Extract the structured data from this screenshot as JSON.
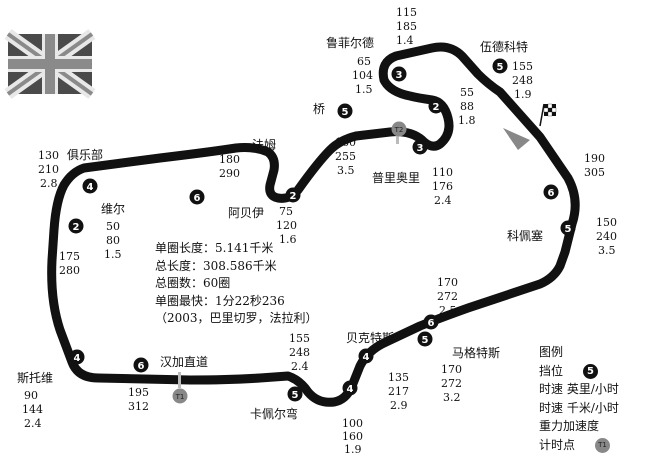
{
  "track": {
    "flag_icon": "union-jack-flag-icon",
    "corners": [
      {
        "id": "copse",
        "label": "科佩塞"
      },
      {
        "id": "maggots",
        "label": "马格特斯"
      },
      {
        "id": "becketts",
        "label": "贝克特斯"
      },
      {
        "id": "chapel",
        "label": "卡佩尔弯"
      },
      {
        "id": "hangar",
        "label": "汉加直道"
      },
      {
        "id": "stowe",
        "label": "斯托维"
      },
      {
        "id": "vale",
        "label": "维尔"
      },
      {
        "id": "club",
        "label": "俱乐部"
      },
      {
        "id": "abbey",
        "label": "阿贝伊"
      },
      {
        "id": "farm",
        "label": "法姆"
      },
      {
        "id": "bridge",
        "label": "桥"
      },
      {
        "id": "priory",
        "label": "普里奥里"
      },
      {
        "id": "luffield",
        "label": "鲁菲尔德"
      },
      {
        "id": "woodcote",
        "label": "伍德科特"
      }
    ],
    "speeds": [
      {
        "id": "s-luffield",
        "lines": [
          "115",
          "185",
          "1.4"
        ]
      },
      {
        "id": "s-luffield-entry",
        "lines": [
          "65",
          "104",
          "1.5"
        ]
      },
      {
        "id": "s-priory-entry",
        "lines": [
          "55",
          "88",
          "1.8"
        ]
      },
      {
        "id": "s-woodcote",
        "lines": [
          "155",
          "248",
          "1.9"
        ]
      },
      {
        "id": "s-copse-approach",
        "lines": [
          "190",
          "305"
        ]
      },
      {
        "id": "s-copse",
        "lines": [
          "150",
          "240",
          "3.5"
        ]
      },
      {
        "id": "s-bridge",
        "lines": [
          "160",
          "255",
          "3.5"
        ]
      },
      {
        "id": "s-priory",
        "lines": [
          "110",
          "176",
          "2.4"
        ]
      },
      {
        "id": "s-farm",
        "lines": [
          "180",
          "290"
        ]
      },
      {
        "id": "s-abbey",
        "lines": [
          "75",
          "120",
          "1.6"
        ]
      },
      {
        "id": "s-club",
        "lines": [
          "130",
          "210",
          "2.8"
        ]
      },
      {
        "id": "s-vale",
        "lines": [
          "50",
          "80",
          "1.5"
        ]
      },
      {
        "id": "s-vale-exit",
        "lines": [
          "175",
          "280"
        ]
      },
      {
        "id": "s-maggots-entry",
        "lines": [
          "170",
          "272",
          "2.5"
        ]
      },
      {
        "id": "s-maggots",
        "lines": [
          "170",
          "272",
          "3.2"
        ]
      },
      {
        "id": "s-becketts",
        "lines": [
          "155",
          "248",
          "2.4"
        ]
      },
      {
        "id": "s-becketts-exit",
        "lines": [
          "135",
          "217",
          "2.9"
        ]
      },
      {
        "id": "s-chapel",
        "lines": [
          "100",
          "160",
          "1.9"
        ]
      },
      {
        "id": "s-hangar",
        "lines": [
          "195",
          "312"
        ]
      },
      {
        "id": "s-stowe",
        "lines": [
          "90",
          "144",
          "2.4"
        ]
      }
    ],
    "gears": [
      {
        "id": "g-luffield",
        "gear": "3"
      },
      {
        "id": "g-luffield-exit",
        "gear": "2"
      },
      {
        "id": "g-priory",
        "gear": "3"
      },
      {
        "id": "g-woodcote",
        "gear": "5"
      },
      {
        "id": "g-bridge",
        "gear": "5"
      },
      {
        "id": "g-copse-approach",
        "gear": "6"
      },
      {
        "id": "g-copse",
        "gear": "5"
      },
      {
        "id": "g-farm",
        "gear": "6"
      },
      {
        "id": "g-abbey",
        "gear": "2"
      },
      {
        "id": "g-club",
        "gear": "4"
      },
      {
        "id": "g-vale",
        "gear": "2"
      },
      {
        "id": "g-maggots-entry",
        "gear": "6"
      },
      {
        "id": "g-maggots",
        "gear": "5"
      },
      {
        "id": "g-becketts",
        "gear": "4"
      },
      {
        "id": "g-becketts-exit",
        "gear": "4"
      },
      {
        "id": "g-chapel",
        "gear": "5"
      },
      {
        "id": "g-hangar",
        "gear": "6"
      },
      {
        "id": "g-stowe",
        "gear": "4"
      }
    ],
    "timing_points": [
      {
        "id": "tp-t2",
        "label": "T2"
      },
      {
        "id": "tp-t1",
        "label": "T1"
      }
    ]
  },
  "info": {
    "lap_length": "单圈长度：5.141千米",
    "total_length": "总长度：308.586千米",
    "total_laps": "总圈数：60圈",
    "fastest_lap": "单圈最快：1分22秒236",
    "fastest_lap_note": "（2003，巴里切罗，法拉利）"
  },
  "legend": {
    "title": "图例",
    "gear_label": "挡位",
    "gear_sample": "5",
    "speed_mph": "时速 英里/小时",
    "speed_kmh": "时速 千米/小时",
    "g_force": "重力加速度",
    "timing_label": "计时点",
    "timing_sample": "T1"
  }
}
